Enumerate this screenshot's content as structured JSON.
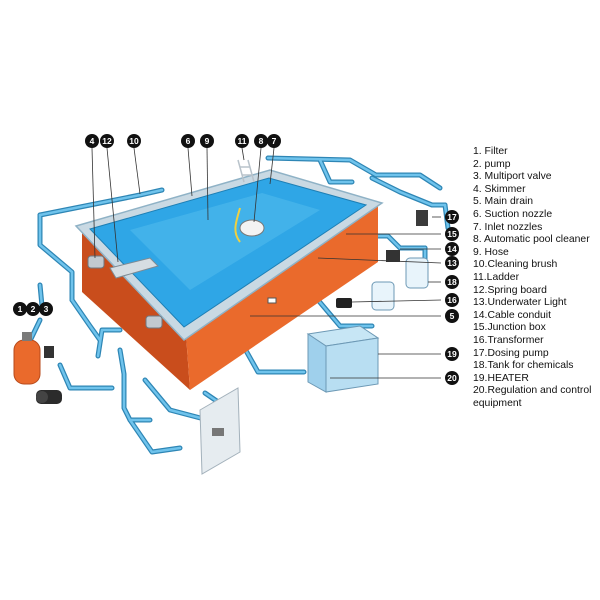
{
  "colors": {
    "water": "#2fa6e6",
    "water_light": "#5cc0f0",
    "deck": "#c9d9e3",
    "pool_wall": "#ea6a2c",
    "pool_wall_dark": "#c94d1c",
    "pipe": "#4aa8d6",
    "pipe_dark": "#2e86b5",
    "callout": "#111111"
  },
  "legend": [
    "1. Filter",
    "2. pump",
    "3. Multiport valve",
    "4. Skimmer",
    "5. Main drain",
    "6. Suction nozzle",
    "7. Inlet nozzles",
    "8. Automatic pool cleaner",
    "9. Hose",
    "10.Cleaning brush",
    "11.Ladder",
    "12.Spring board",
    "13.Underwater Light",
    "14.Cable conduit",
    "15.Junction box",
    "16.Transformer",
    "17.Dosing pump",
    "18.Tank for chemicals",
    "19.HEATER",
    "20.Regulation and control equipment"
  ],
  "callouts": [
    {
      "name": "callout-4",
      "number": "4"
    },
    {
      "name": "callout-12",
      "number": "12"
    },
    {
      "name": "callout-10",
      "number": "10"
    },
    {
      "name": "callout-6",
      "number": "6"
    },
    {
      "name": "callout-9",
      "number": "9"
    },
    {
      "name": "callout-11",
      "number": "11"
    },
    {
      "name": "callout-8",
      "number": "8"
    },
    {
      "name": "callout-7",
      "number": "7"
    },
    {
      "name": "callout-1",
      "number": "1"
    },
    {
      "name": "callout-2",
      "number": "2"
    },
    {
      "name": "callout-3",
      "number": "3"
    },
    {
      "name": "callout-17",
      "number": "17"
    },
    {
      "name": "callout-15",
      "number": "15"
    },
    {
      "name": "callout-14",
      "number": "14"
    },
    {
      "name": "callout-13",
      "number": "13"
    },
    {
      "name": "callout-18",
      "number": "18"
    },
    {
      "name": "callout-16",
      "number": "16"
    },
    {
      "name": "callout-5",
      "number": "5"
    },
    {
      "name": "callout-19",
      "number": "19"
    },
    {
      "name": "callout-20",
      "number": "20"
    }
  ]
}
